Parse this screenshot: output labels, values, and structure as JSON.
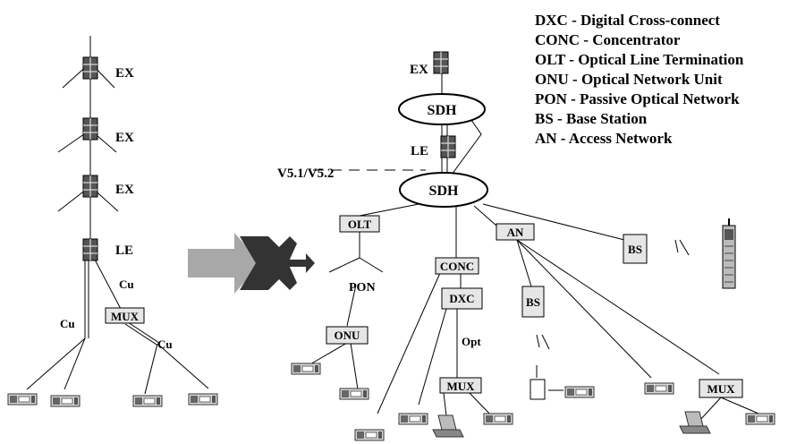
{
  "legend": [
    "DXC - Digital Cross-connect",
    "CONC - Concentrator",
    "OLT - Optical Line Termination",
    "ONU - Optical Network Unit",
    "PON - Passive Optical Network",
    "BS - Base Station",
    "AN - Access Network"
  ],
  "left_network": {
    "ex1": "EX",
    "ex2": "EX",
    "ex3": "EX",
    "le": "LE",
    "mux": "MUX",
    "cu1": "Cu",
    "cu2": "Cu",
    "cu3": "Cu"
  },
  "right_network": {
    "ex": "EX",
    "sdh_top": "SDH",
    "le": "LE",
    "v5": "V5.1/V5.2",
    "sdh_main": "SDH",
    "olt": "OLT",
    "pon": "PON",
    "onu": "ONU",
    "conc": "CONC",
    "dxc": "DXC",
    "opt": "Opt",
    "mux_center": "MUX",
    "an": "AN",
    "bs_near": "BS",
    "bs_far": "BS",
    "mux_right": "MUX"
  },
  "colors": {
    "node_box_fill": "#e6e6e6",
    "switch_icon": "#555555",
    "arrow_light": "#a8a8a8",
    "arrow_dark": "#333333"
  }
}
